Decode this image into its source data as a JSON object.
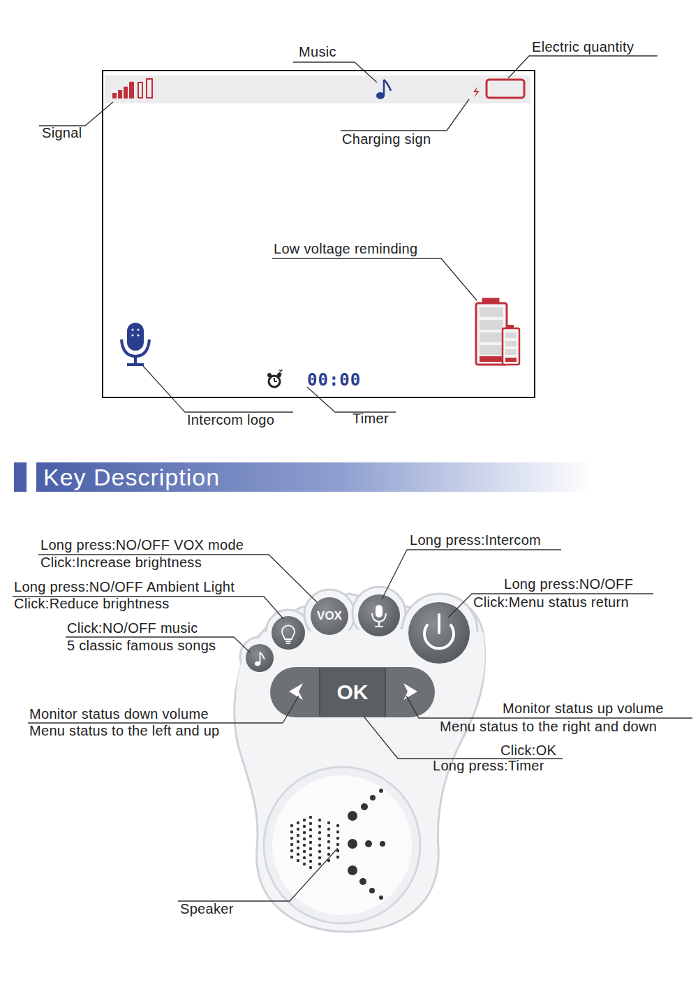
{
  "diagram": {
    "nodes": [
      {
        "text": [
          "00:00"
        ]
      },
      {
        "text": [
          "Key Description"
        ]
      },
      {
        "text": [
          "VOX"
        ]
      },
      {
        "text": [
          "OK"
        ]
      }
    ],
    "labels": [
      "Music",
      "Electric quantity",
      "Signal",
      "Charging sign",
      "Low voltage reminding",
      "Intercom logo",
      "Timer",
      "Long press:NO/OFF VOX mode",
      "Click:Increase brightness",
      "Long press:Intercom",
      "Long press:NO/OFF Ambient Light",
      "Click:Reduce brightness",
      "Long press:NO/OFF",
      "Click:Menu status return",
      "Click:NO/OFF music",
      "5 classic famous songs",
      "Monitor status down volume",
      "Menu status to the left and up",
      "Monitor status up volume",
      "Menu status to the right and down",
      "Click:OK",
      "Long press:Timer",
      "Speaker"
    ]
  }
}
